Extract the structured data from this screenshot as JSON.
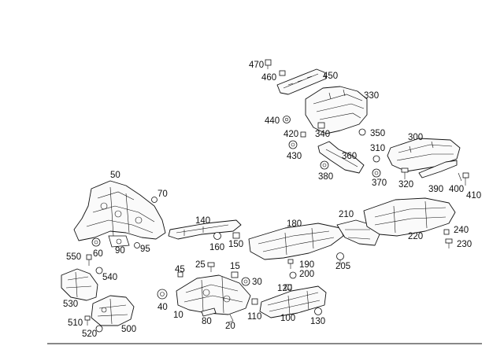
{
  "labels": {
    "l470": "470",
    "l460": "460",
    "l450": "450",
    "l330": "330",
    "l440": "440",
    "l420": "420",
    "l340": "340",
    "l350": "350",
    "l430": "430",
    "l360": "360",
    "l300": "300",
    "l310": "310",
    "l380": "380",
    "l370": "370",
    "l320": "320",
    "l390": "390",
    "l400": "400",
    "l410": "410",
    "l50": "50",
    "l70": "70",
    "l140": "140",
    "l180": "180",
    "l210": "210",
    "l240": "240",
    "l230": "230",
    "l220": "220",
    "l60": "60",
    "l90": "90",
    "l95": "95",
    "l160": "160",
    "l150": "150",
    "l550": "550",
    "l540": "540",
    "l45": "45",
    "l25": "25",
    "l15": "15",
    "l30": "30",
    "l190": "190",
    "l200": "200",
    "l205": "205",
    "l120": "120",
    "l530": "530",
    "l40": "40",
    "l10": "10",
    "l80": "80",
    "l20": "20",
    "l110": "110",
    "l100": "100",
    "l130": "130",
    "l510": "510",
    "l500": "500",
    "l520": "520"
  }
}
